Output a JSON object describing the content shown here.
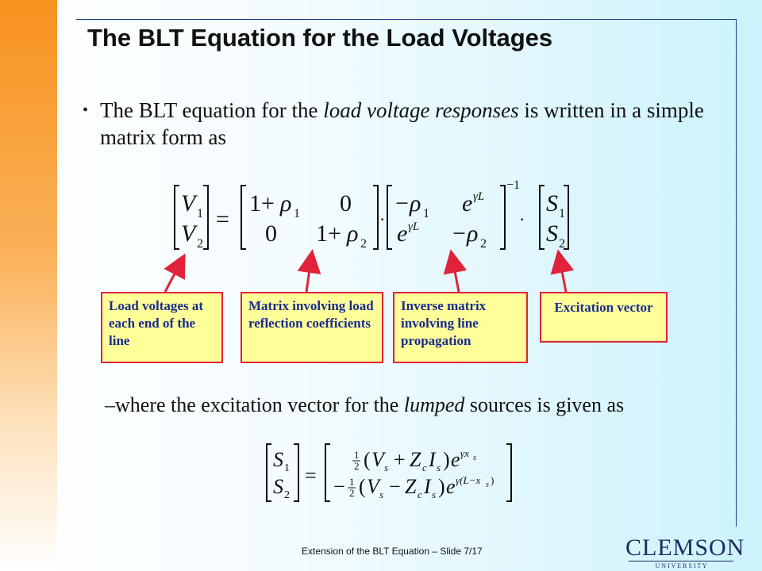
{
  "slide": {
    "title": "The BLT Equation for the Load Voltages",
    "bullet": {
      "pre": "The BLT equation for the ",
      "em": "load voltage responses",
      "post": " is written in a simple matrix form as"
    },
    "callouts": [
      "Load voltages at each end of the line",
      "Matrix involving load reflection coefficients",
      "Inverse matrix involving line propagation",
      "Excitation vector"
    ],
    "sub": {
      "pre": "–where the excitation vector for the ",
      "em": "lumped",
      "post": " sources is given as"
    },
    "footer": "Extension of the BLT Equation – Slide 7/17",
    "logo": {
      "name": "CLEMSON",
      "sub": "U N I V E R S I T Y"
    },
    "colors": {
      "stripe": "#f7921e",
      "callout_fill": "#ffff99",
      "callout_border": "#e0223b",
      "callout_text": "#1a2c8f",
      "arrow": "#e0223b",
      "rule": "#1a3d8f"
    }
  }
}
